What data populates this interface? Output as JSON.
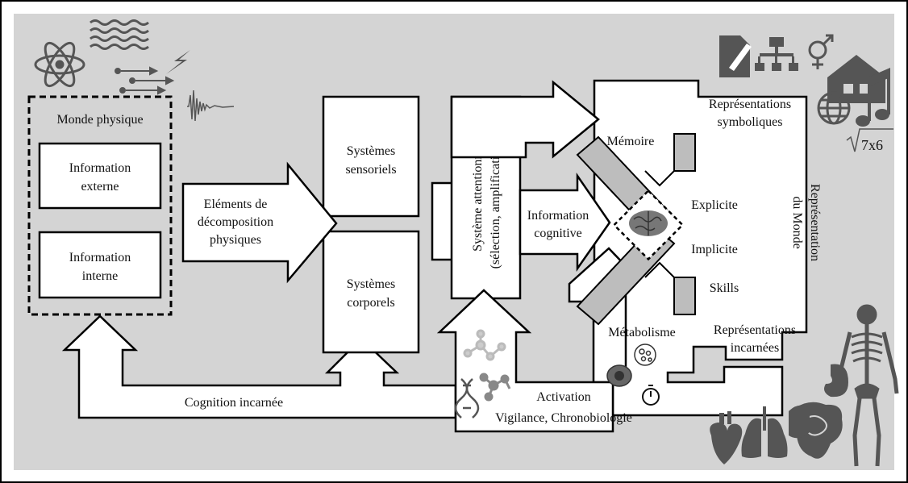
{
  "diagram": {
    "physical_world": {
      "title": "Monde physique",
      "external_info": [
        "Information",
        "externe"
      ],
      "internal_info": [
        "Information",
        "interne"
      ]
    },
    "decomposition_arrow": [
      "Eléments de",
      "décomposition",
      "physiques"
    ],
    "sensory_systems": [
      "Systèmes",
      "sensoriels"
    ],
    "body_systems": [
      "Systèmes",
      "corporels"
    ],
    "attention_system": [
      "Système attentionnel",
      "(sélection, amplification…)"
    ],
    "cognitive_info": [
      "Information",
      "cognitive"
    ],
    "memory": "Mémoire",
    "explicit": "Explicite",
    "implicit": "Implicite",
    "skills": "Skills",
    "metabolism": "Métabolisme",
    "symbolic_repr": [
      "Représentations",
      "symboliques"
    ],
    "embodied_repr": [
      "Représentations",
      "incarnées"
    ],
    "world_repr": [
      "Représentation",
      "du Monde"
    ],
    "activation": "Activation",
    "vigilance": "Vigilance, Chronobiologie",
    "embodied_cognition": "Cognition incarnée",
    "sqrt_expression": "7x6",
    "colors": {
      "background": "#d4d4d4",
      "shape_fill": "#ffffff",
      "stroke": "#000000",
      "icon": "#555555"
    }
  }
}
